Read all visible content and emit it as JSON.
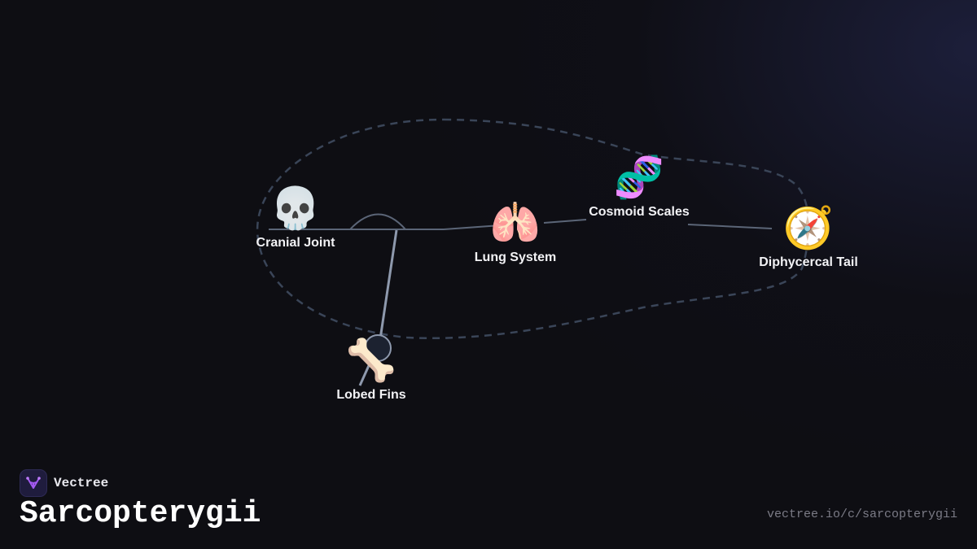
{
  "brand": {
    "name": "Vectree",
    "logo_icon": "vector-tree-logo-icon",
    "logo_color": "#a259f0"
  },
  "title": "Sarcopterygii",
  "url": "vectree.io/c/sarcopterygii",
  "colors": {
    "background": "#0e0e13",
    "edge": "#5b6577",
    "boundary": "#3a4558",
    "label": "#f2f2f5"
  },
  "nodes": [
    {
      "id": "cranial-joint",
      "label": "Cranial Joint",
      "icon": "💀",
      "icon_name": "skull-icon"
    },
    {
      "id": "lobed-fins",
      "label": "Lobed Fins",
      "icon": "🦴",
      "icon_name": "bone-icon"
    },
    {
      "id": "lung-system",
      "label": "Lung System",
      "icon": "🫁",
      "icon_name": "lungs-icon"
    },
    {
      "id": "cosmoid-scales",
      "label": "Cosmoid Scales",
      "icon": "🧬",
      "icon_name": "dna-icon"
    },
    {
      "id": "diphycercal-tail",
      "label": "Diphycercal Tail",
      "icon": "🧭",
      "icon_name": "compass-icon"
    }
  ]
}
